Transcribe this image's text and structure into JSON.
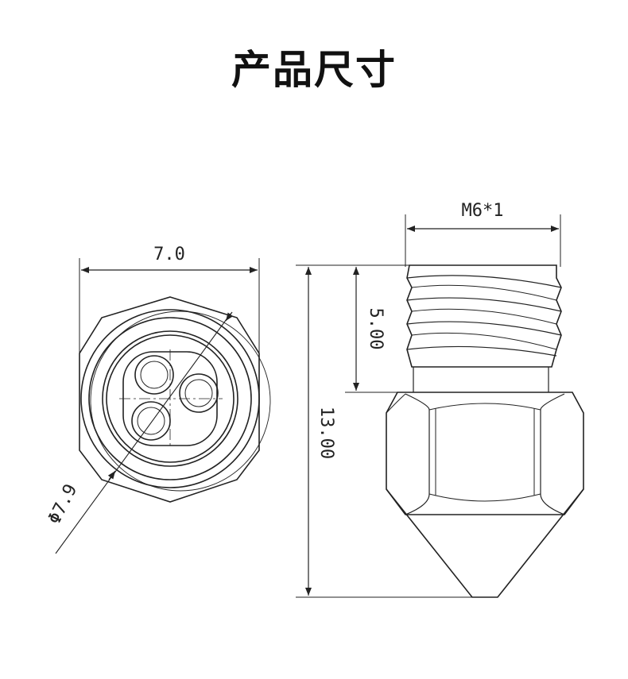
{
  "page": {
    "title": "产品尺寸"
  },
  "front_view": {
    "dim_width": "7.0",
    "dim_diameter": "Φ7.9"
  },
  "side_view": {
    "dim_thread": "M6*1",
    "dim_thread_length": "5.00",
    "dim_total_length": "13.00"
  },
  "colors": {
    "line": "#222222",
    "background": "#ffffff"
  }
}
